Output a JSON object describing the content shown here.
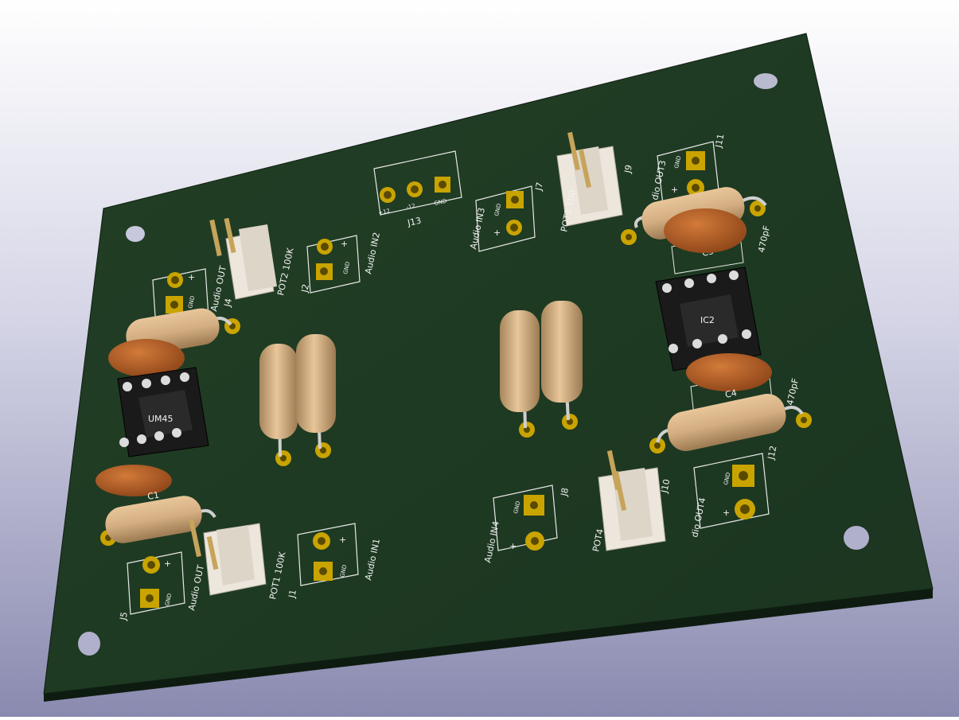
{
  "scene": {
    "background_top": "#ffffff",
    "background_bottom": "#8a8ab0",
    "board_color": "#1e3a22",
    "board_edge": "#0f1f12",
    "pad_color": "#c9a400",
    "resistor_color": "#d8b58a",
    "capacitor_color": "#b8622a"
  },
  "silkscreen": {
    "j13": "J13",
    "j13_p12": "+12",
    "j13_m12": "-12",
    "j13_gnd": "GND",
    "audio_in1": "Audio IN1",
    "audio_in2": "Audio IN2",
    "audio_in3": "Audio IN3",
    "audio_in4": "Audio IN4",
    "audio_out_j4": "Audio OUT",
    "audio_out_j5": "Audio OUT",
    "audio_out3": "dio OUT3",
    "audio_out4": "dio OUT4",
    "pot1": "POT1 100K",
    "pot2": "POT2 100K",
    "pot3": "POT3 100",
    "pot4": "POT4",
    "j1": "J1",
    "j2": "J2",
    "j4": "J4",
    "j5": "J5",
    "j7": "J7",
    "j8": "J8",
    "j9": "J9",
    "j10": "J10",
    "j11": "J11",
    "j12": "J12",
    "ic1": "UM45",
    "ic2": "IC2",
    "c1": "C1",
    "c3": "C3",
    "c4": "C4",
    "cap_470_top": "470pF",
    "cap_470_bottom": "470pF",
    "plus": "+",
    "gnd": "GND"
  }
}
